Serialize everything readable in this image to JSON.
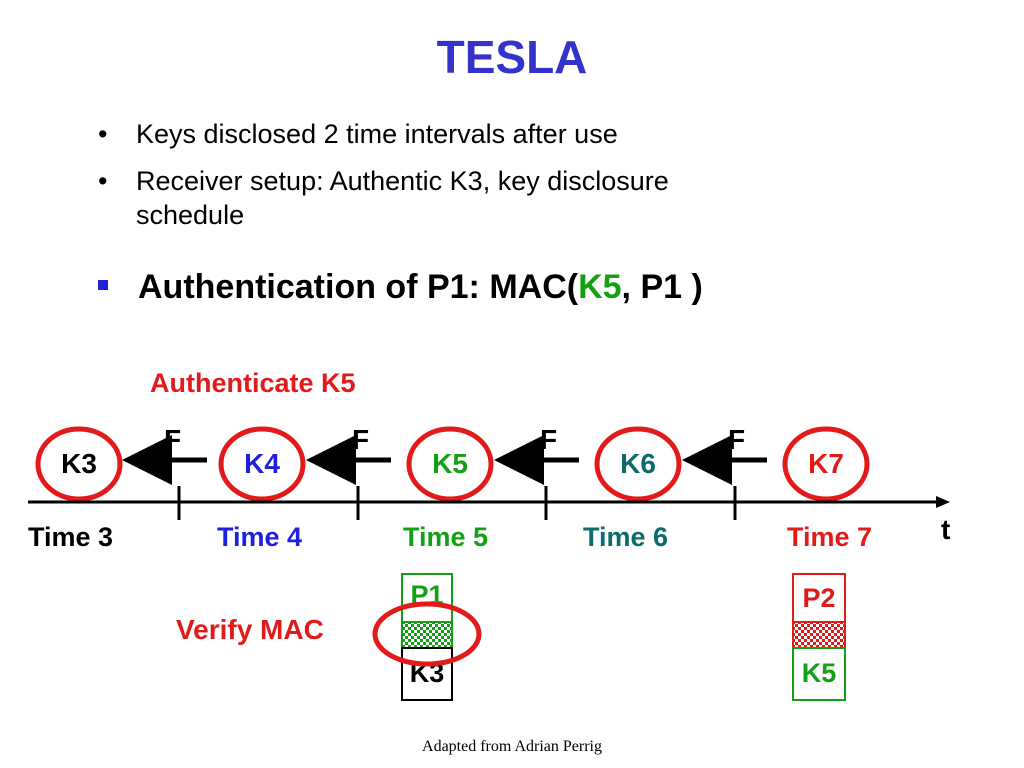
{
  "slide": {
    "title": "TESLA",
    "bullets": [
      "Keys disclosed 2 time intervals after use",
      "Receiver setup: Authentic K3, key disclosure",
      "schedule"
    ],
    "main_bullet": {
      "prefix": "Authentication of P1: MAC(",
      "key": "K5",
      "suffix": ", P1 )"
    },
    "authenticate_label": "Authenticate K5",
    "function_label": "F",
    "keys": [
      "K3",
      "K4",
      "K5",
      "K6",
      "K7"
    ],
    "times": [
      "Time 3",
      "Time 4",
      "Time 5",
      "Time 6",
      "Time 7"
    ],
    "axis_label": "t",
    "packet1": {
      "top": "P1",
      "bottom": "K3"
    },
    "packet2": {
      "top": "P2",
      "bottom": "K5"
    },
    "verify_label": "Verify MAC",
    "credit": "Adapted from Adrian Perrig"
  },
  "colors": {
    "title": "#3333cc",
    "red": "#e21a1a",
    "blue": "#1f1fe0",
    "green": "#14a014",
    "teal": "#0d6b6b",
    "black": "#000000"
  }
}
